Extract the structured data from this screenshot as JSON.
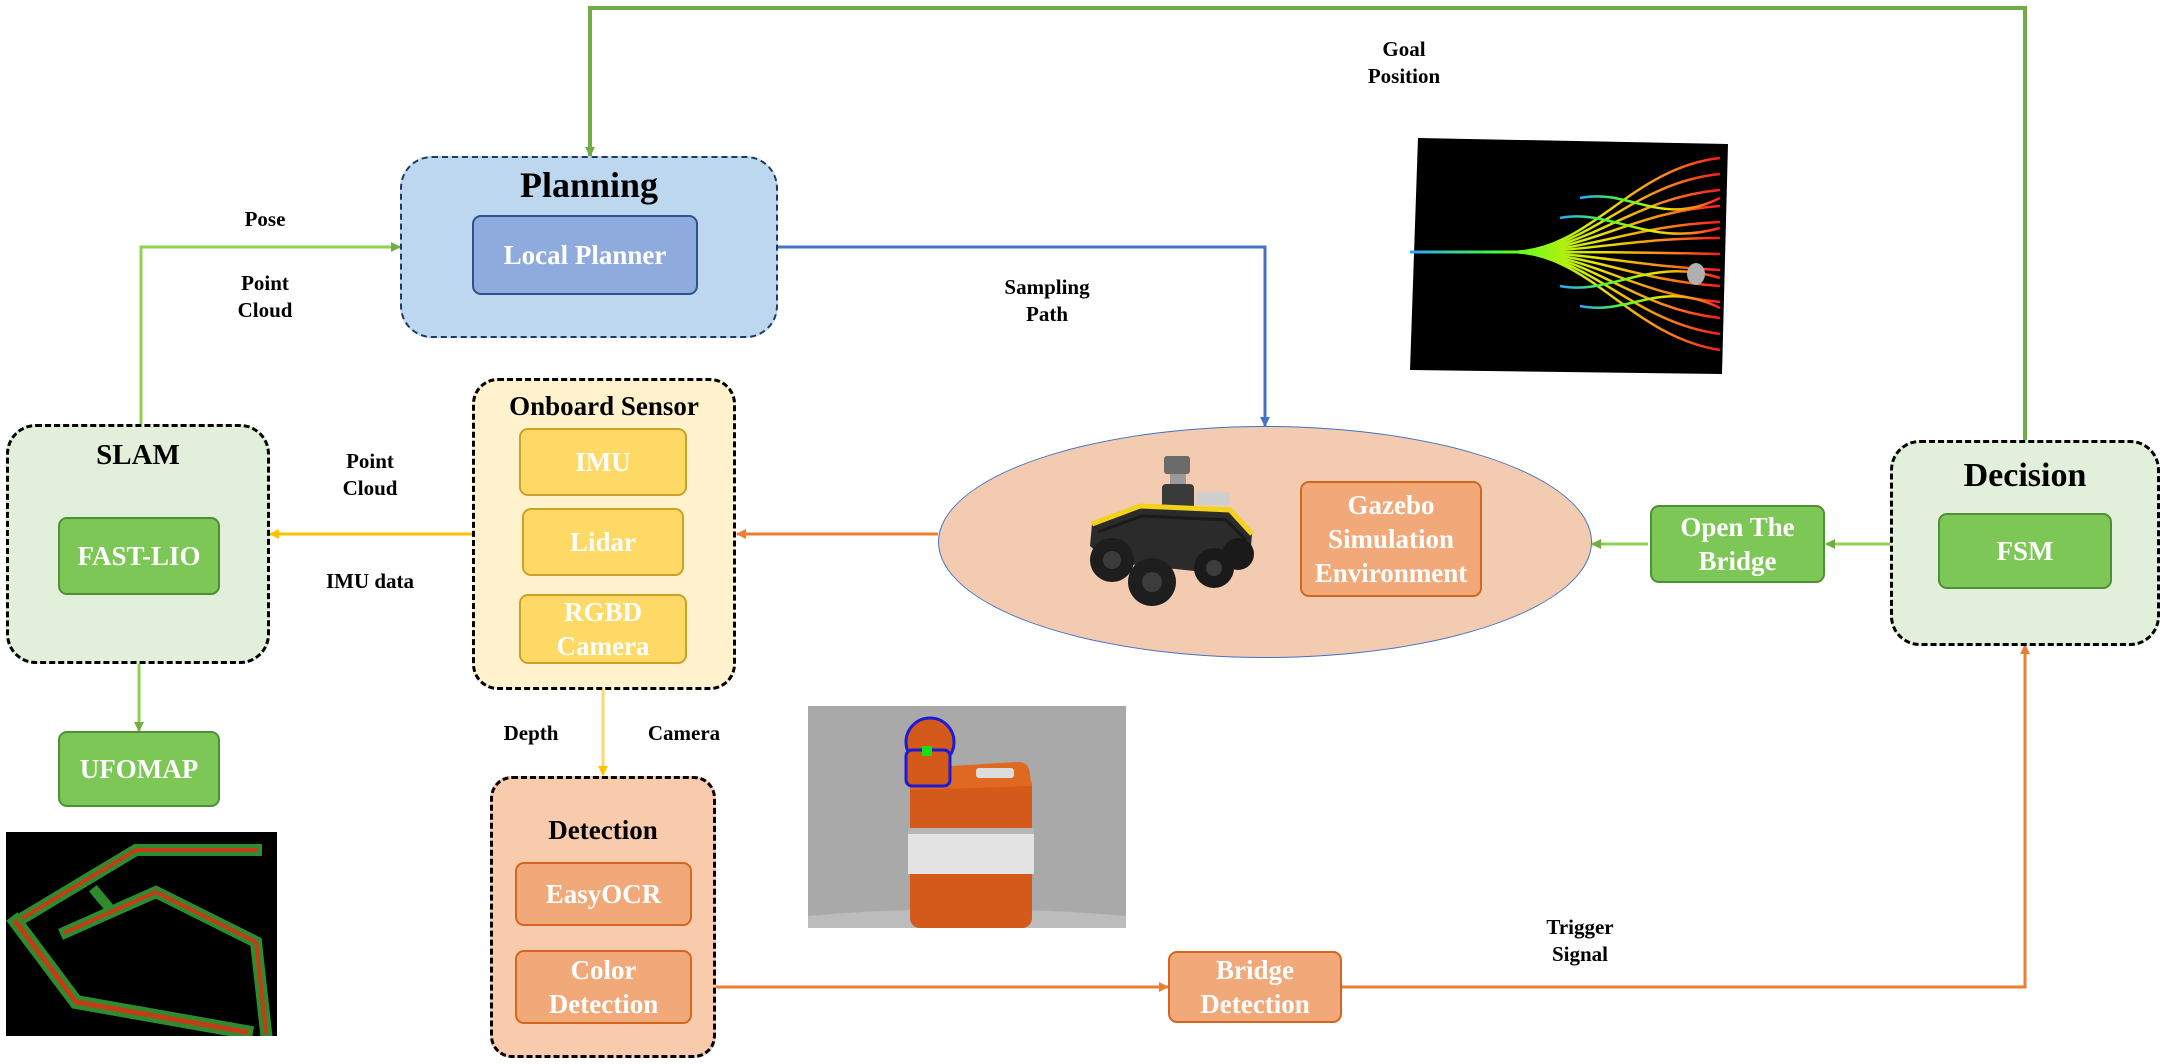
{
  "groups": {
    "planning": "Planning",
    "onboard_sensor": "Onboard Sensor",
    "slam": "SLAM",
    "detection": "Detection",
    "decision": "Decision"
  },
  "boxes": {
    "local_planner": "Local Planner",
    "imu": "IMU",
    "lidar": "Lidar",
    "rgbd_camera": "RGBD Camera",
    "fast_lio": "FAST-LIO",
    "ufomap": "UFOMAP",
    "easyocr": "EasyOCR",
    "color_detection": "Color Detection",
    "bridge_detection": "Bridge Detection",
    "gazebo": "Gazebo Simulation Environment",
    "open_the_bridge": "Open The Bridge",
    "fsm": "FSM"
  },
  "labels": {
    "goal_position": "Goal Position",
    "pose": "Pose",
    "point_cloud_planning": "Point Cloud",
    "sampling_path": "Sampling Path",
    "point_cloud_slam": "Point Cloud",
    "imu_data": "IMU data",
    "depth": "Depth",
    "camera": "Camera",
    "trigger_signal": "Trigger Signal"
  },
  "colors": {
    "green_arrow": "#70ad47",
    "blue_arrow": "#4472c4",
    "orange_arrow": "#ed7d31",
    "yellow_arrow": "#ffc000"
  }
}
